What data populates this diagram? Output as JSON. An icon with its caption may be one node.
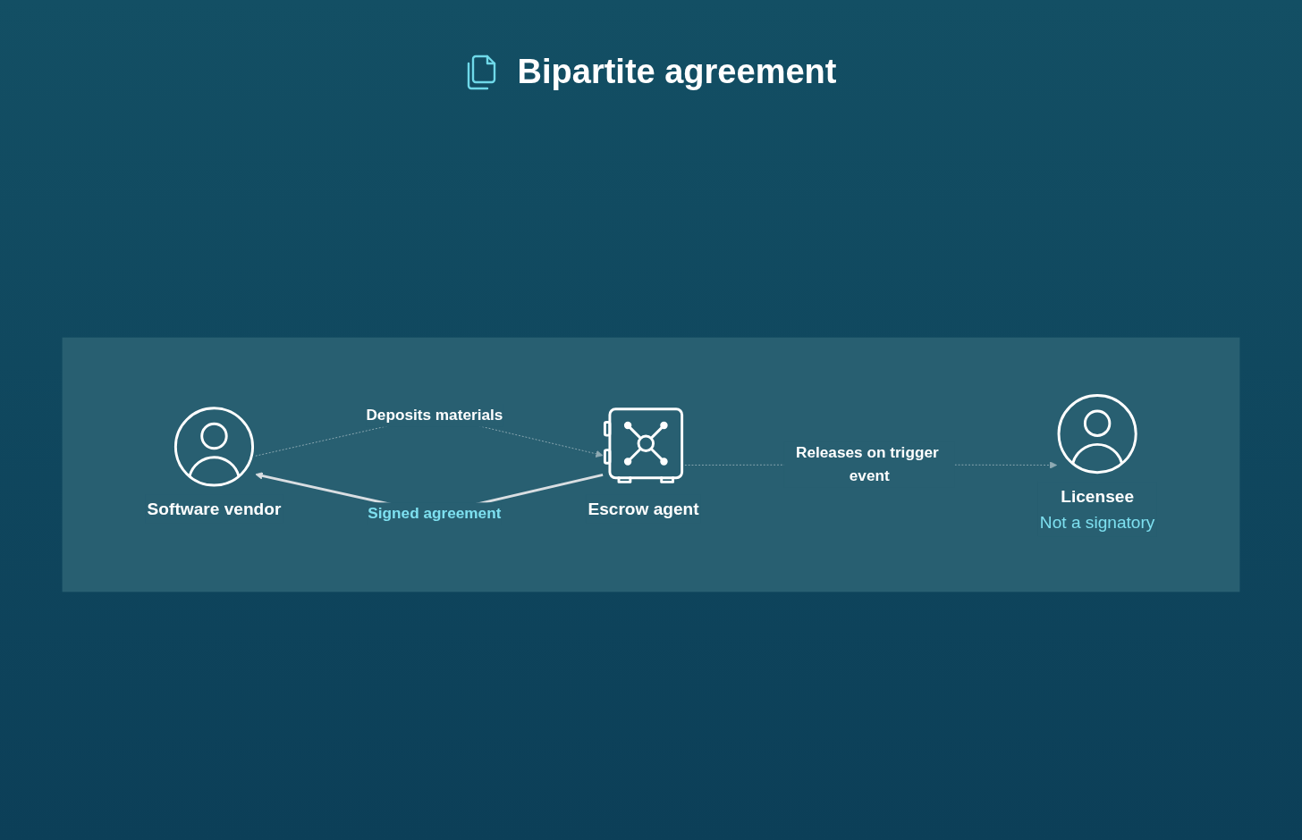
{
  "diagram": {
    "title": "Bipartite agreement",
    "nodes": [
      {
        "text": [],
        "shape": "box"
      },
      {
        "text": [
          "Software vendor"
        ],
        "in": 0
      },
      {
        "text": [
          "Escrow agent"
        ],
        "in": 0
      },
      {
        "text": [
          "Licensee",
          "Not a signatory"
        ],
        "in": 0
      }
    ],
    "edges": [
      {
        "from": 2,
        "to": 1,
        "arrow": "to",
        "label": "Signed agreement",
        "color": "#d9dee2"
      },
      {
        "from": 1,
        "to": 2,
        "arrow": "to",
        "label": "Deposits materials",
        "style": "dashed"
      },
      {
        "from": 2,
        "to": 3,
        "arrow": "to",
        "label": "Releases on trigger event",
        "style": "dashed"
      }
    ]
  }
}
